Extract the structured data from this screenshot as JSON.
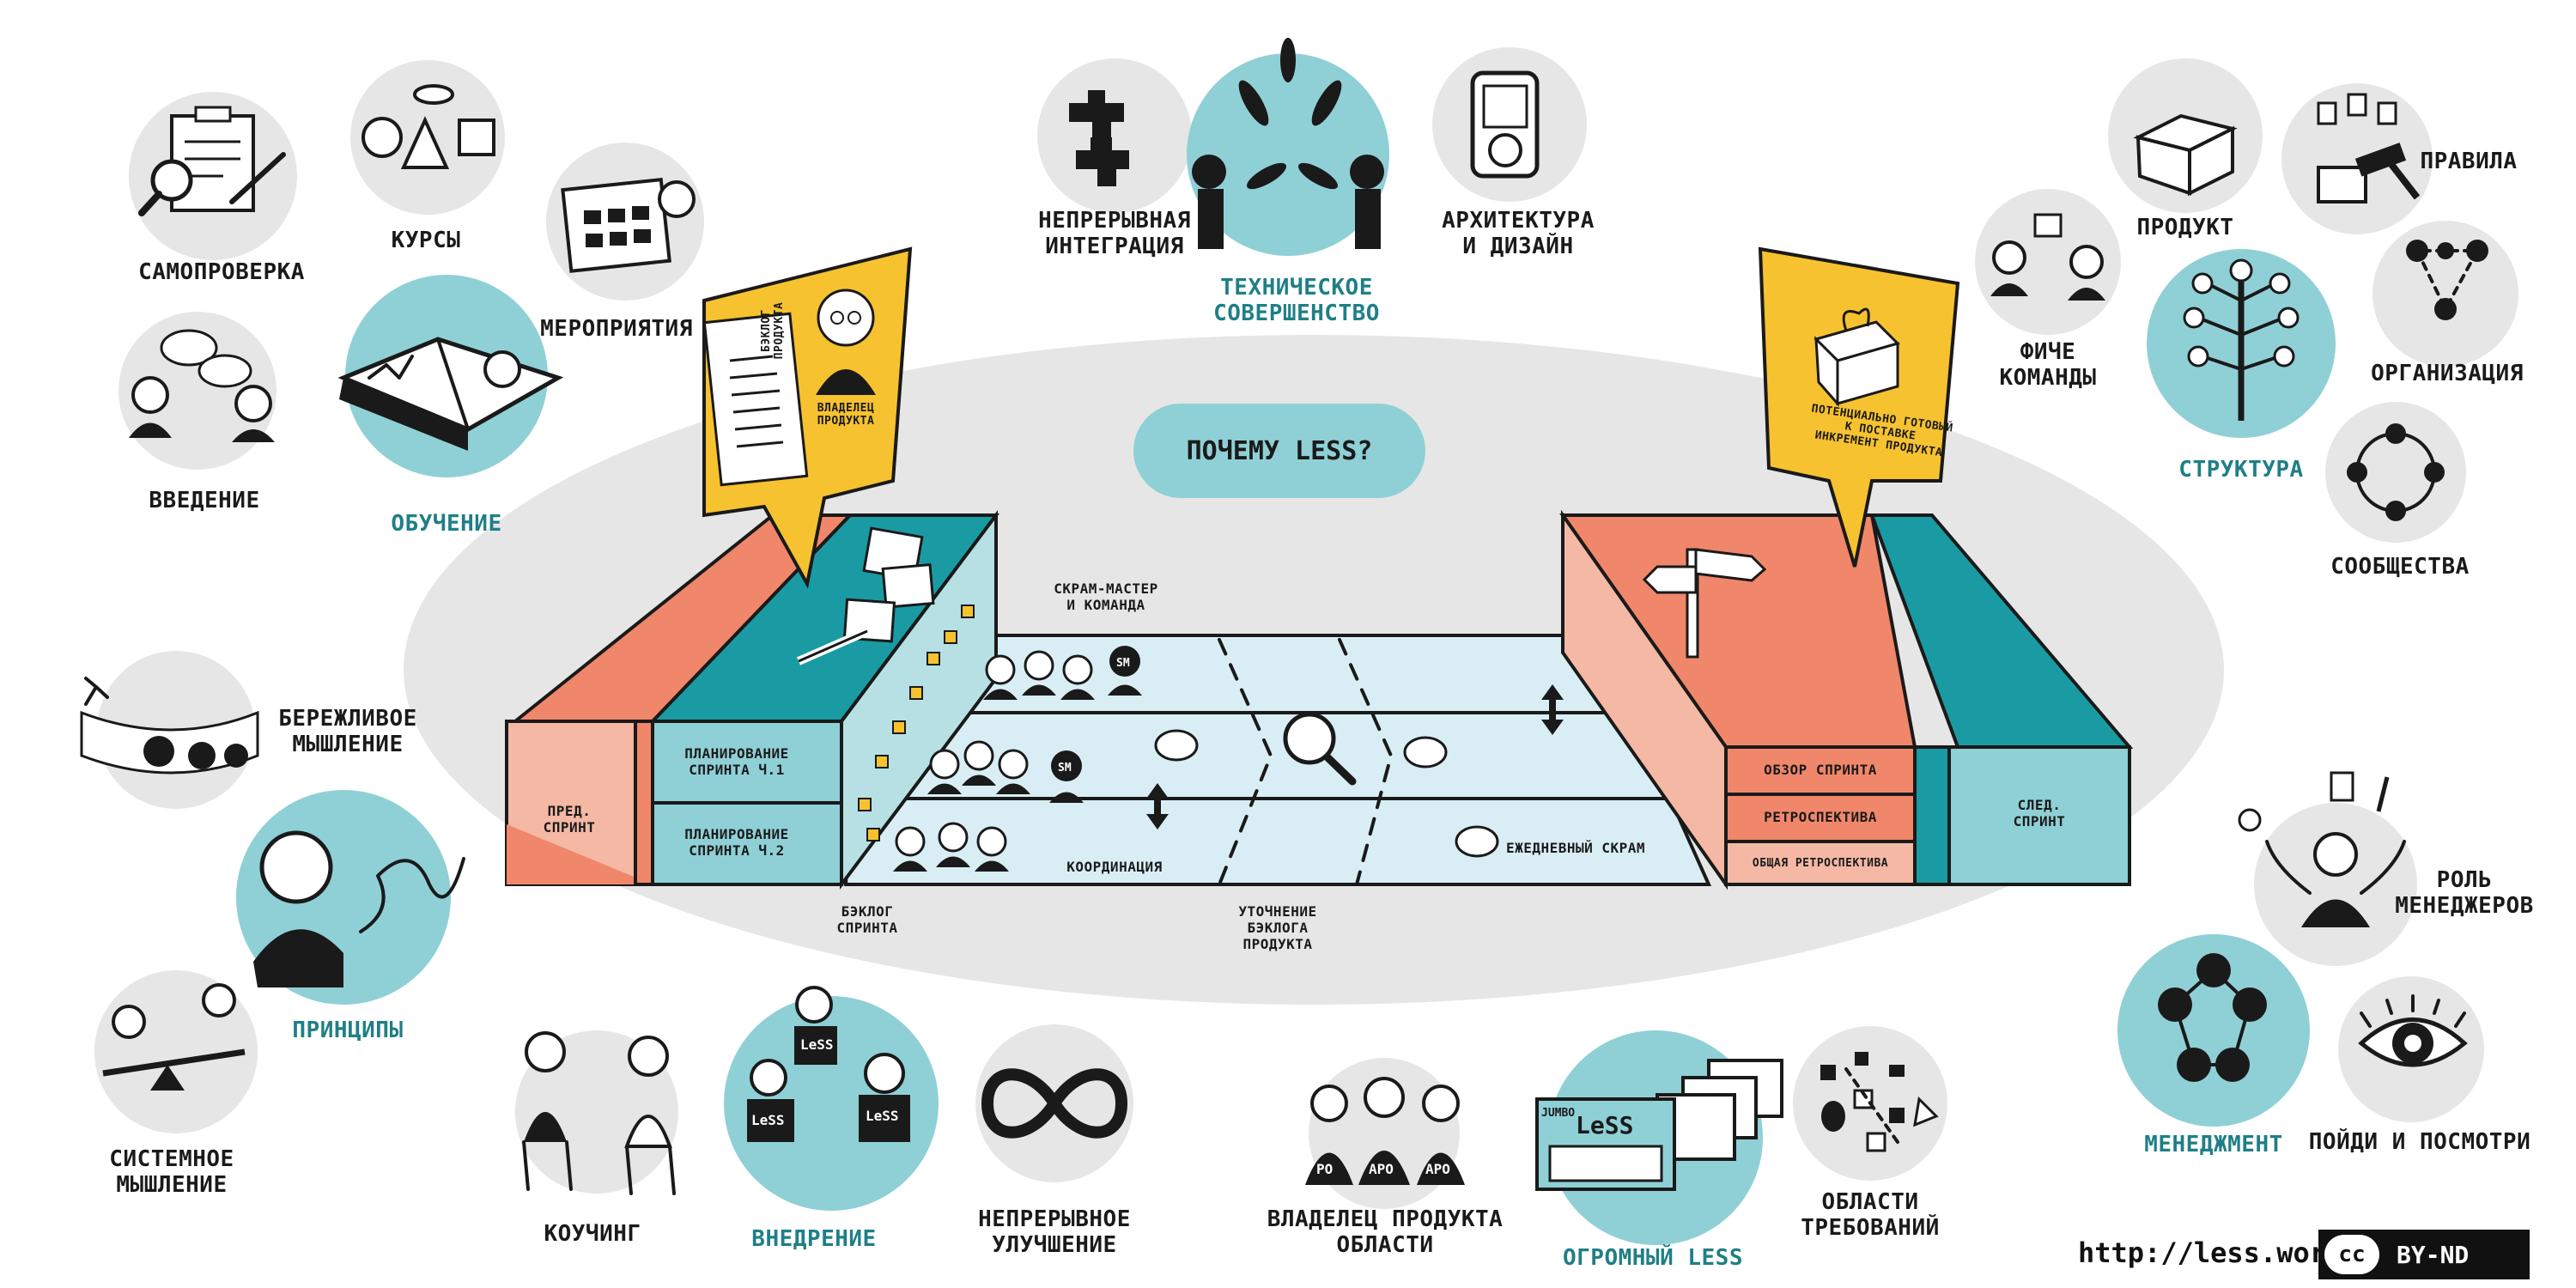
{
  "title": "ПОЧЕМУ LESS?",
  "footer": {
    "url": "http://less.works",
    "license_mark": "cc",
    "license": "BY-ND"
  },
  "topics": {
    "self_check": "САМОПРОВЕРКА",
    "courses": "КУРСЫ",
    "events": "МЕРОПРИЯТИЯ",
    "intro": "ВВЕДЕНИЕ",
    "learning": "ОБУЧЕНИЕ",
    "ci_1": "НЕПРЕРЫВНАЯ",
    "ci_2": "ИНТЕГРАЦИЯ",
    "tech_1": "ТЕХНИЧЕСКОЕ",
    "tech_2": "СОВЕРШЕНСТВО",
    "arch_1": "АРХИТЕКТУРА",
    "arch_2": "И ДИЗАЙН",
    "product": "ПРОДУКТ",
    "rules": "ПРАВИЛА",
    "feature_1": "ФИЧЕ",
    "feature_2": "КОМАНДЫ",
    "organization": "ОРГАНИЗАЦИЯ",
    "structure": "СТРУКТУРА",
    "communities": "СООБЩЕСТВА",
    "lean_1": "БЕРЕЖЛИВОЕ",
    "lean_2": "МЫШЛЕНИЕ",
    "principles": "ПРИНЦИПЫ",
    "systems_1": "СИСТЕМНОЕ",
    "systems_2": "МЫШЛЕНИЕ",
    "coaching": "КОУЧИНГ",
    "adoption": "ВНЕДРЕНИЕ",
    "improve_1": "НЕПРЕРЫВНОЕ",
    "improve_2": "УЛУЧШЕНИЕ",
    "apo_1": "ВЛАДЕЛЕЦ ПРОДУКТА",
    "apo_2": "ОБЛАСТИ",
    "huge": "ОГРОМНЫЙ LESS",
    "areas_1": "ОБЛАСТИ",
    "areas_2": "ТРЕБОВАНИЙ",
    "mgr_role_1": "РОЛЬ",
    "mgr_role_2": "МЕНЕДЖЕРОВ",
    "management": "МЕНЕДЖМЕНТ",
    "go_see": "ПОЙДИ И ПОСМОТРИ"
  },
  "diagram": {
    "product_backlog_1": "БЭКЛОГ",
    "product_backlog_2": "ПРОДУКТА",
    "product_owner_1": "ВЛАДЕЛЕЦ",
    "product_owner_2": "ПРОДУКТА",
    "shippable_1": "ПОТЕНЦИАЛЬНО ГОТОВЫЙ",
    "shippable_2": "К ПОСТАВКЕ",
    "shippable_3": "ИНКРЕМЕНТ ПРОДУКТА",
    "prev_sprint_1": "ПРЕД.",
    "prev_sprint_2": "СПРИНТ",
    "planning1_1": "ПЛАНИРОВАНИЕ",
    "planning1_2": "СПРИНТА Ч.1",
    "planning2_1": "ПЛАНИРОВАНИЕ",
    "planning2_2": "СПРИНТА Ч.2",
    "scrum_master_1": "СКРАМ-МАСТЕР",
    "scrum_master_2": "И КОМАНДА",
    "coordination": "КООРДИНАЦИЯ",
    "sprint_backlog_1": "БЭКЛОГ",
    "sprint_backlog_2": "СПРИНТА",
    "refinement_1": "УТОЧНЕНИЕ",
    "refinement_2": "БЭКЛОГА",
    "refinement_3": "ПРОДУКТА",
    "daily_scrum": "ЕЖЕДНЕВНЫЙ СКРАМ",
    "sprint_review": "ОБЗОР СПРИНТА",
    "retrospective": "РЕТРОСПЕКТИВА",
    "overall_retro": "ОБЩАЯ РЕТРОСПЕКТИВА",
    "next_sprint_1": "СЛЕД.",
    "next_sprint_2": "СПРИНТ",
    "sm": "SM",
    "po": "PO",
    "apo": "APO",
    "less": "LeSS",
    "jumbo": "JUMBO"
  },
  "colors": {
    "teal": "#8fd0d6",
    "teal_dark": "#1a9ba3",
    "coral": "#f0876a",
    "coral_light": "#f4b8a4",
    "yellow": "#f7c230",
    "grey": "#e6e6e6"
  }
}
